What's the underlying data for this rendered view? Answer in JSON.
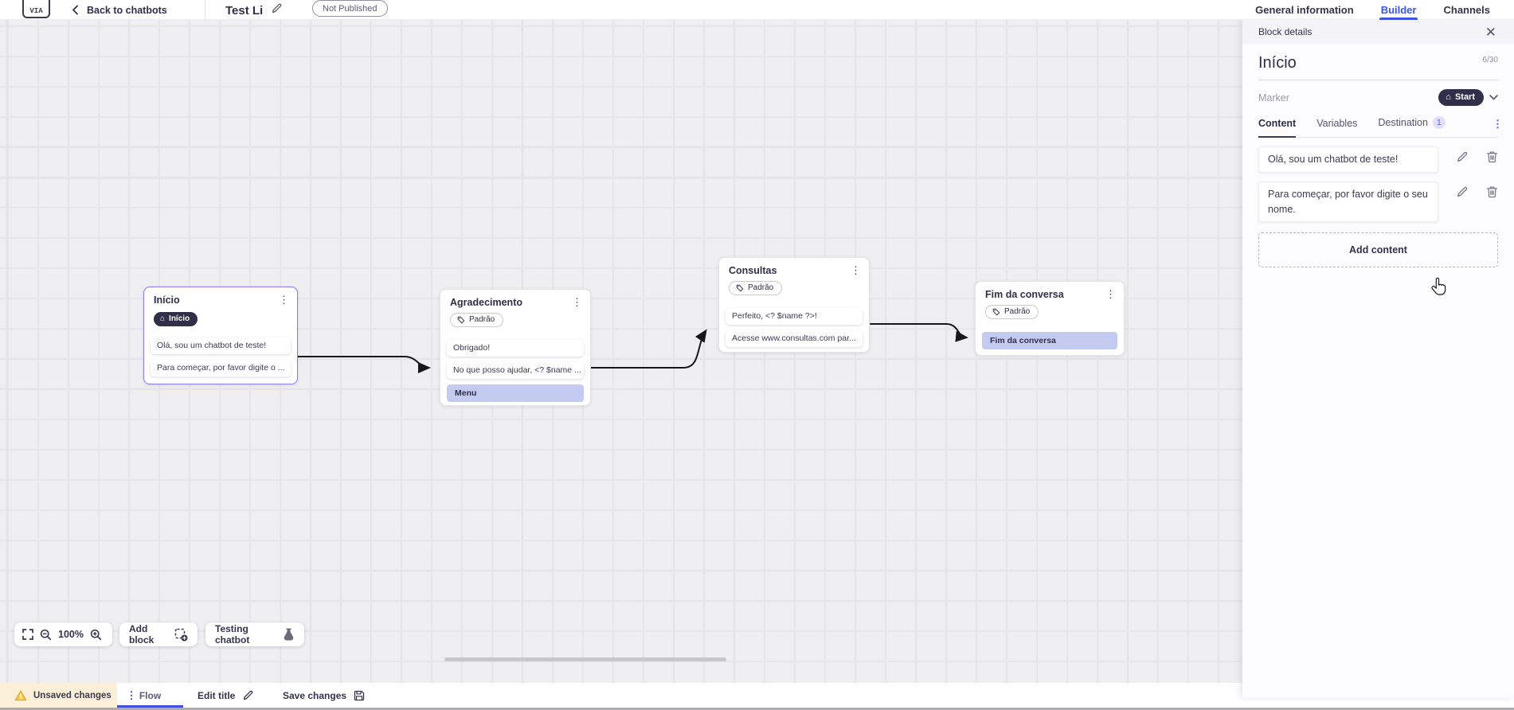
{
  "topbar": {
    "logo_text": "VIA",
    "back_label": "Back to chatbots",
    "chatbot_title": "Test Li",
    "status_badge": "Not Published",
    "tabs": [
      {
        "label": "General information",
        "active": false
      },
      {
        "label": "Builder",
        "active": true
      },
      {
        "label": "Channels",
        "active": false
      }
    ]
  },
  "canvas": {
    "blocks": [
      {
        "title": "Início",
        "marker_badge": "Início",
        "items": [
          "Olá, sou um chatbot de teste!",
          "Para começar, por favor digite o ..."
        ]
      },
      {
        "title": "Agradecimento",
        "tag_badge": "Padrão",
        "items": [
          "Obrigado!",
          "No que posso ajudar, <? $name ..."
        ],
        "button": "Menu"
      },
      {
        "title": "Consultas",
        "tag_badge": "Padrão",
        "items": [
          "Perfeito, <? $name ?>!",
          "Acesse www.consultas.com par..."
        ]
      },
      {
        "title": "Fim da conversa",
        "tag_badge": "Padrão",
        "button": "Fim da conversa"
      }
    ],
    "toolbar": {
      "zoom_level": "100%",
      "add_block": "Add block",
      "testing_chatbot": "Testing chatbot"
    }
  },
  "panel": {
    "header": "Block details",
    "block_name": "Início",
    "name_counter": "6/30",
    "marker_label": "Marker",
    "marker_value": "Start",
    "tabs": [
      {
        "label": "Content",
        "active": true
      },
      {
        "label": "Variables",
        "active": false
      },
      {
        "label": "Destination",
        "active": false,
        "badge": "1"
      }
    ],
    "content_items": [
      "Olá, sou um chatbot de teste!",
      "Para começar, por favor digite o seu nome."
    ],
    "add_content": "Add content"
  },
  "bottombar": {
    "unsaved": "Unsaved changes",
    "flow_tab": "Flow",
    "edit_title": "Edit title",
    "save_changes": "Save changes"
  },
  "colors": {
    "accent_blue": "#3b55e0",
    "dark_navy": "#2f2f49",
    "selected_block_border": "#8677f3",
    "periwinkle_button": "#c4cbf1",
    "warning_bg": "#fcefd7",
    "warning_icon": "#f2b33d",
    "destination_badge_bg": "#e0e0fa",
    "destination_badge_text": "#5257e6",
    "connector": "#17171c"
  }
}
